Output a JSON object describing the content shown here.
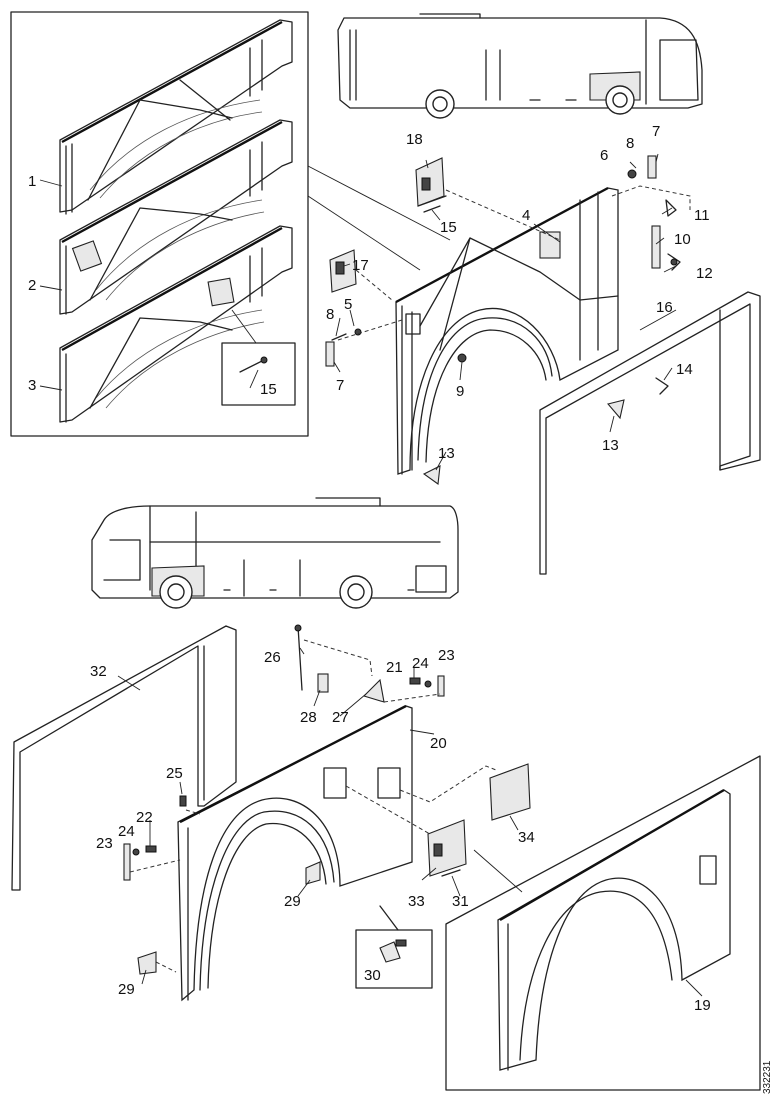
{
  "labels": {
    "l1": "1",
    "l2": "2",
    "l3": "3",
    "l4": "4",
    "l5": "5",
    "l6": "6",
    "l7a": "7",
    "l7b": "7",
    "l8a": "8",
    "l8b": "8",
    "l9": "9",
    "l10": "10",
    "l11": "11",
    "l12": "12",
    "l13a": "13",
    "l13b": "13",
    "l14": "14",
    "l15a": "15",
    "l15b": "15",
    "l16": "16",
    "l17": "17",
    "l18": "18",
    "l19": "19",
    "l20": "20",
    "l21": "21",
    "l22": "22",
    "l23a": "23",
    "l23b": "23",
    "l24a": "24",
    "l24b": "24",
    "l25": "25",
    "l26": "26",
    "l27": "27",
    "l28": "28",
    "l29a": "29",
    "l29b": "29",
    "l30": "30",
    "l31": "31",
    "l32": "32",
    "l33": "33",
    "l34": "34"
  },
  "drawing_code": "332231"
}
